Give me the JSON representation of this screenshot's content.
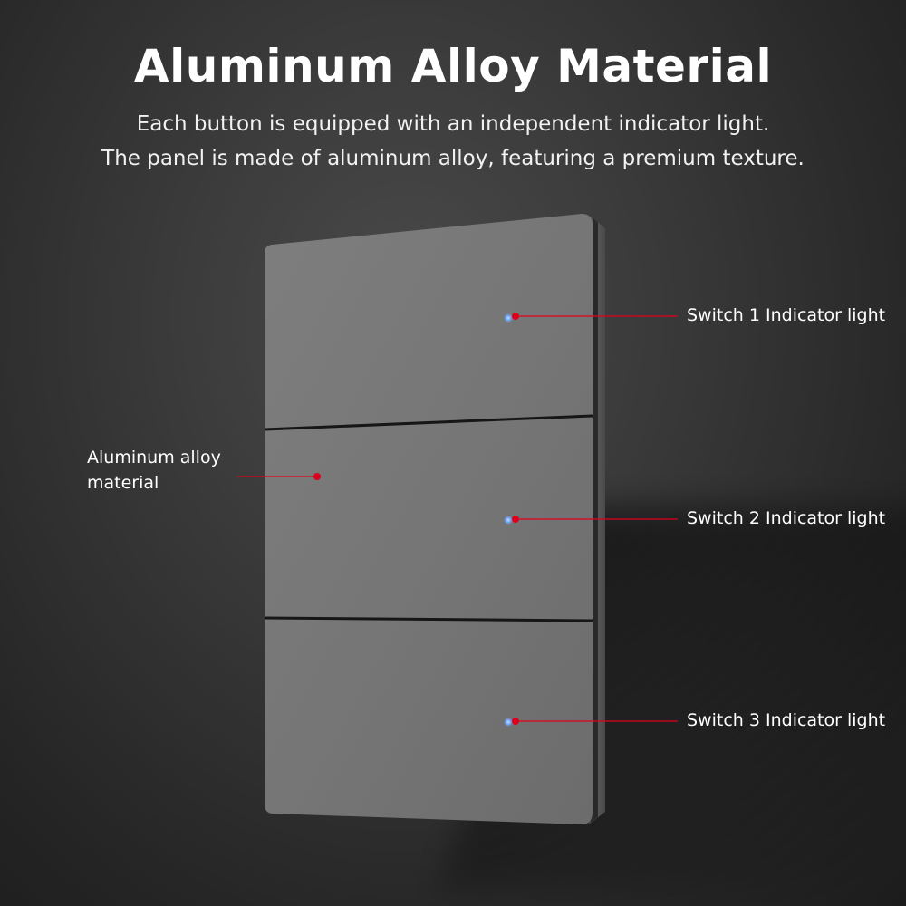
{
  "header": {
    "title": "Aluminum Alloy Material",
    "subtitle_line1": "Each button is equipped with an independent indicator light.",
    "subtitle_line2": "The panel is made of aluminum alloy, featuring a premium texture."
  },
  "callouts": {
    "switch1": "Switch 1 Indicator light",
    "switch2": "Switch 2 Indicator light",
    "switch3": "Switch 3 Indicator light",
    "material_line1": "Aluminum alloy",
    "material_line2": "material"
  },
  "colors": {
    "accent_red": "#e0001b",
    "indicator_blue": "#6fa8ff",
    "panel_gray": "#777777"
  }
}
